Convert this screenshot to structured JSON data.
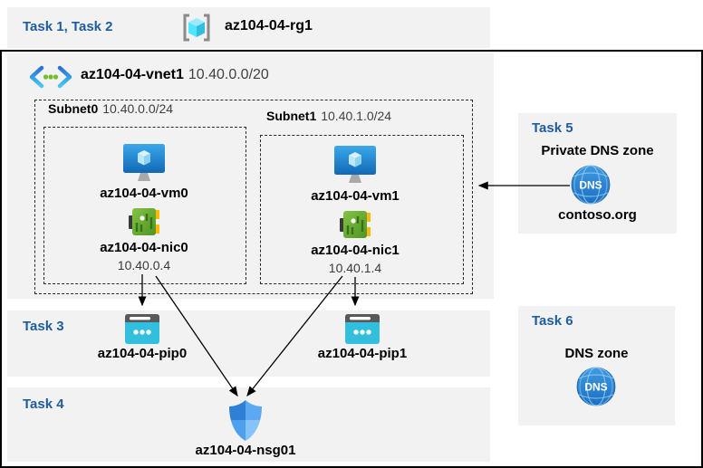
{
  "colors": {
    "task_label_blue": "#1E5C9E",
    "panel_gray": "#F2F2F2",
    "arrow_black": "#000000",
    "vm_blue": "#1272C8",
    "nic_green": "#6CB33F",
    "nic_yellow": "#FFB900",
    "pip_cyan": "#32BEDD",
    "nsg_shield_blue": "#2E7FD6",
    "dns_blue": "#2F8CDB",
    "rg_cube_cyan": "#50E6FF"
  },
  "header": {
    "task_label": "Task 1, Task 2",
    "rg_icon": "resource-group-icon",
    "rg_name": "az104-04-rg1"
  },
  "vnet": {
    "icon": "virtual-network-icon",
    "name": "az104-04-vnet1",
    "cidr": "10.40.0.0/20",
    "subnets": [
      {
        "label": "Subnet0",
        "cidr": "10.40.0.0/24",
        "vm": "az104-04-vm0",
        "vm_icon": "virtual-machine-icon",
        "nic": "az104-04-nic0",
        "nic_icon": "network-interface-icon",
        "ip": "10.40.0.4"
      },
      {
        "label": "Subnet1",
        "cidr": "10.40.1.0/24",
        "vm": "az104-04-vm1",
        "vm_icon": "virtual-machine-icon",
        "nic": "az104-04-nic1",
        "nic_icon": "network-interface-icon",
        "ip": "10.40.1.4"
      }
    ]
  },
  "task3": {
    "label": "Task 3",
    "pip_icon": "public-ip-icon",
    "pip0": "az104-04-pip0",
    "pip1": "az104-04-pip1"
  },
  "task4": {
    "label": "Task 4",
    "nsg_icon": "network-security-group-icon",
    "nsg": "az104-04-nsg01"
  },
  "task5": {
    "label": "Task 5",
    "title": "Private DNS zone",
    "icon": "dns-icon",
    "icon_text": "DNS",
    "zone": "contoso.org"
  },
  "task6": {
    "label": "Task 6",
    "title": "DNS zone",
    "icon": "dns-icon",
    "icon_text": "DNS"
  }
}
